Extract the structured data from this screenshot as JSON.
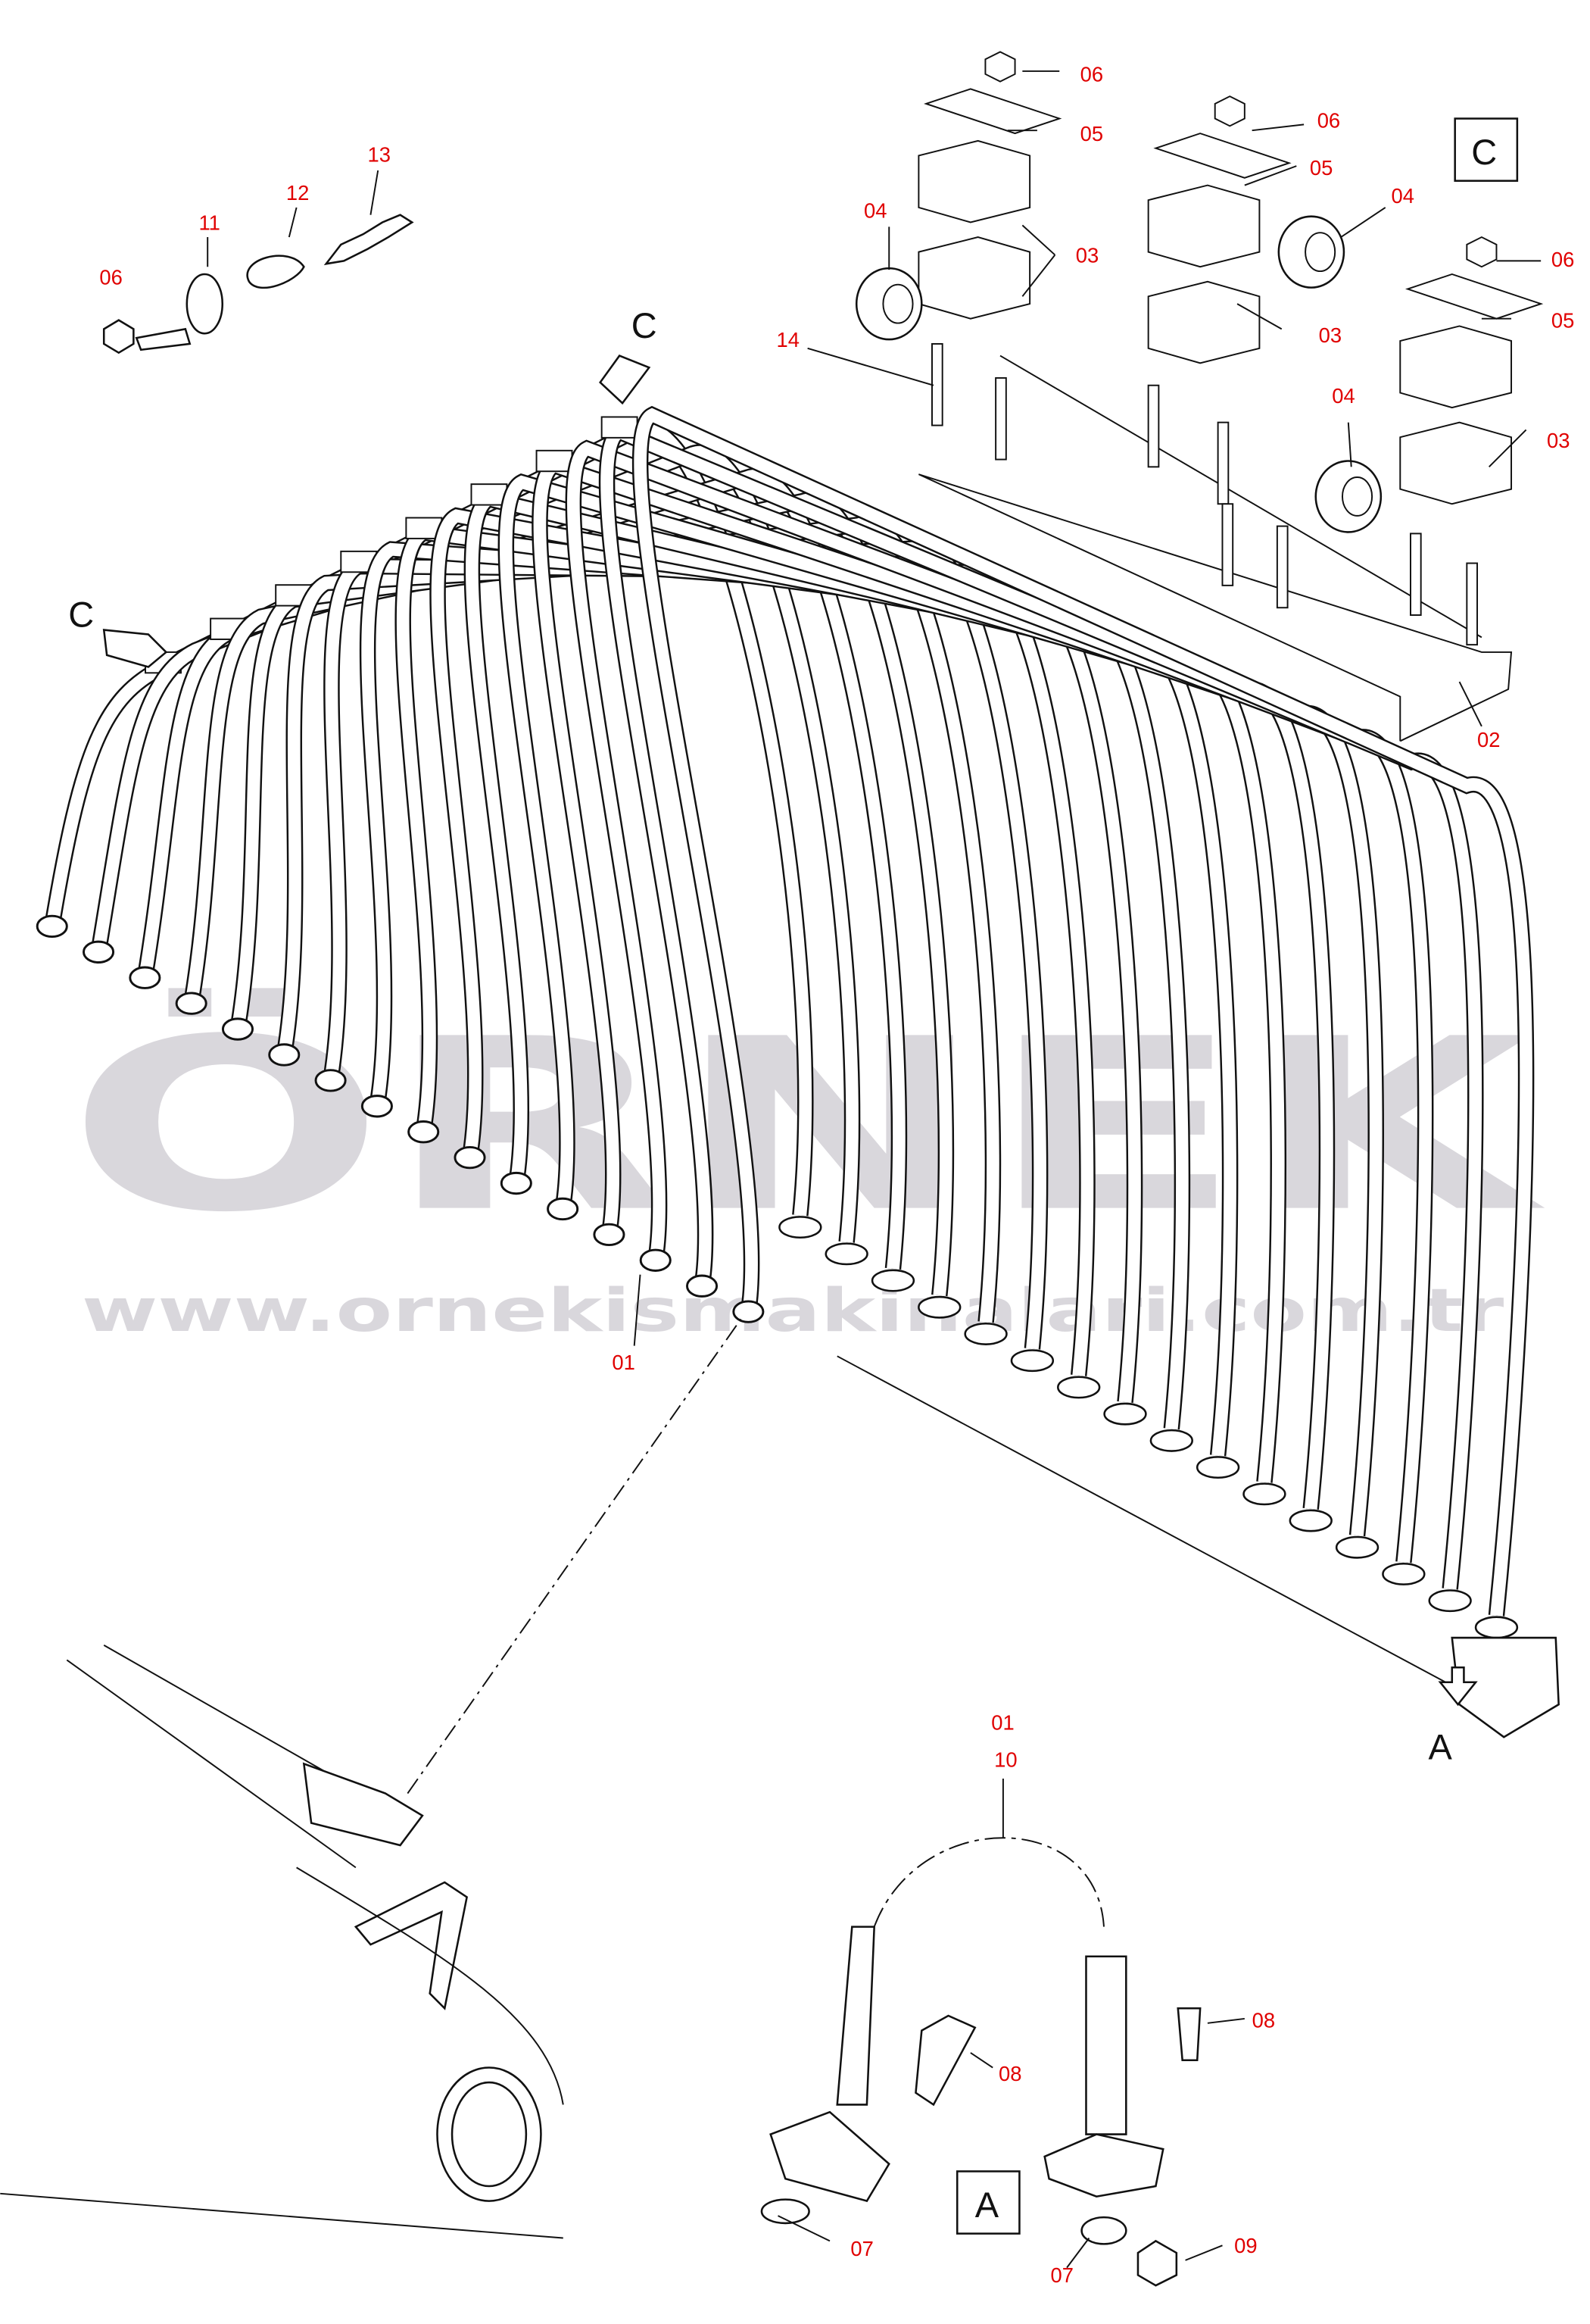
{
  "watermark": {
    "logo": "ÖRNEK",
    "url": "www.ornekismakinalari.com.tr"
  },
  "view_labels": {
    "c_arrow_top": "C",
    "c_arrow_left": "C",
    "a_arrow": "A",
    "c_box": "C",
    "a_box": "A"
  },
  "callouts": {
    "p06a": "06",
    "p11": "11",
    "p12": "12",
    "p13": "13",
    "p14": "14",
    "p04a": "04",
    "p06b": "06",
    "p05a": "05",
    "p03a": "03",
    "p06c": "06",
    "p05b": "05",
    "p04b": "04",
    "p03b": "03",
    "p06d": "06",
    "p05c": "05",
    "p04c": "04",
    "p03c": "03",
    "p02": "02",
    "p01a": "01",
    "p01b": "01",
    "p10": "10",
    "p08a": "08",
    "p08b": "08",
    "p07a": "07",
    "p07b": "07",
    "p09": "09"
  },
  "colors": {
    "callout": "#e00000",
    "watermark": "#d9d7dc"
  }
}
